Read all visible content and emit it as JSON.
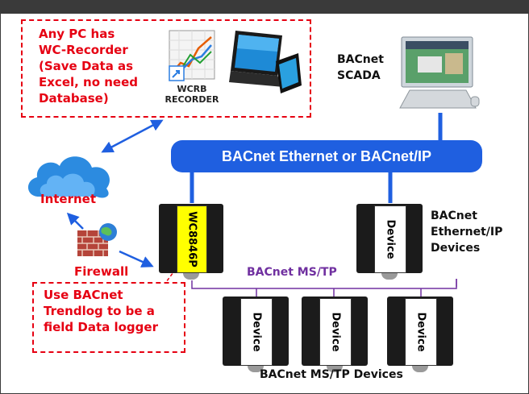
{
  "note_pc": [
    "Any PC has",
    "WC-Recorder",
    "(Save Data as",
    "Excel, no need",
    "Database)"
  ],
  "recorder_logo": [
    "WCRB",
    "RECORDER"
  ],
  "scada_label": [
    "BACnet",
    "SCADA"
  ],
  "bus_label": "BACnet Ethernet or BACnet/IP",
  "internet_label": "Internet",
  "firewall_label": "Firewall",
  "main_device_label": "WC8846P",
  "device_label": "Device",
  "ip_devices_label": [
    "BACnet",
    "Ethernet/IP",
    "Devices"
  ],
  "mstp_label": "BACnet MS/TP",
  "note_logger": [
    "Use BACnet",
    "Trendlog to be a",
    "field Data logger"
  ],
  "mstp_devices_label": "BACnet MS/TP Devices",
  "colors": {
    "accent_blue": "#1f5fe0",
    "note_red": "#e60012",
    "mstp_purple": "#7030a0",
    "device_yellow": "#ffff00"
  }
}
